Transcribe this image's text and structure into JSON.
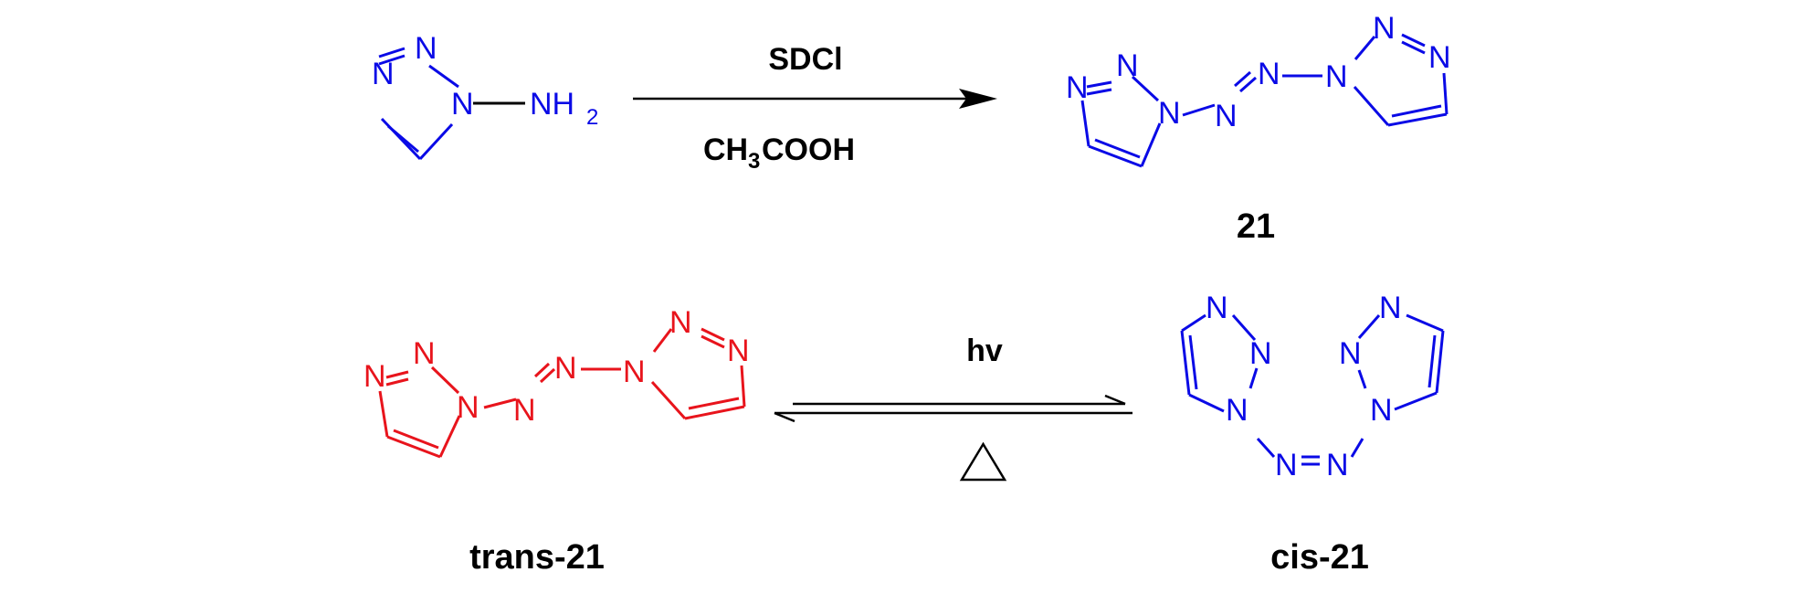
{
  "colors": {
    "blue": "#0a0ae6",
    "red": "#e8141c",
    "black": "#000000"
  },
  "atoms": {
    "nitrogen": "N",
    "amine_nh": "NH",
    "amine_sub": "2"
  },
  "reaction1": {
    "reagent_top": "SDCl",
    "reagent_bottom_pre": "CH",
    "reagent_bottom_sub": "3",
    "reagent_bottom_post": "COOH",
    "product_label": "21"
  },
  "reaction2": {
    "condition_top": "hv",
    "condition_bottom_symbol": "triangle-heat-icon",
    "left_label": "trans-21",
    "right_label": "cis-21"
  }
}
